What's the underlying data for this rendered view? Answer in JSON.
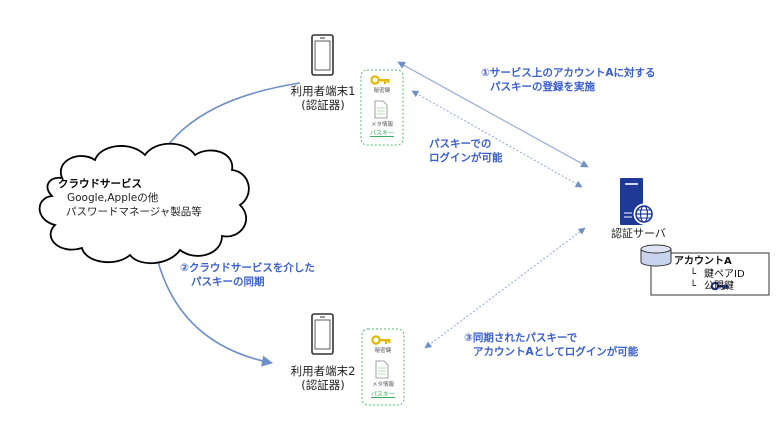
{
  "colors": {
    "arrow_blue": "#6f8fc9",
    "label_blue": "#3a5fcd",
    "passkey_green": "#4cb86e",
    "key_gold": "#e5b800",
    "server_navy": "#1f3996"
  },
  "cloud": {
    "title": "クラウドサービス",
    "line1": "Google,Appleの他",
    "line2": "パスワードマネージャ製品等"
  },
  "device1": {
    "name": "利用者端末1",
    "sub": "(認証器)",
    "passkey": {
      "key_label": "秘密鍵",
      "meta_label": "メタ情報",
      "title": "パスキー"
    }
  },
  "device2": {
    "name": "利用者端末2",
    "sub": "(認証器)",
    "passkey": {
      "key_label": "秘密鍵",
      "meta_label": "メタ情報",
      "title": "パスキー"
    }
  },
  "server": {
    "name": "認証サーバ",
    "account": {
      "title": "アカウントA",
      "item1": "鍵ペアID",
      "item2": "公開鍵",
      "bullet": "└"
    }
  },
  "steps": {
    "step1_line1": "①サービス上のアカウントAに対する",
    "step1_line2": "パスキーの登録を実施",
    "login1_line1": "パスキーでの",
    "login1_line2": "ログインが可能",
    "step2_line1": "②クラウドサービスを介した",
    "step2_line2": "パスキーの同期",
    "step3_line1": "③同期されたパスキーで",
    "step3_line2": "アカウントAとしてログインが可能"
  }
}
